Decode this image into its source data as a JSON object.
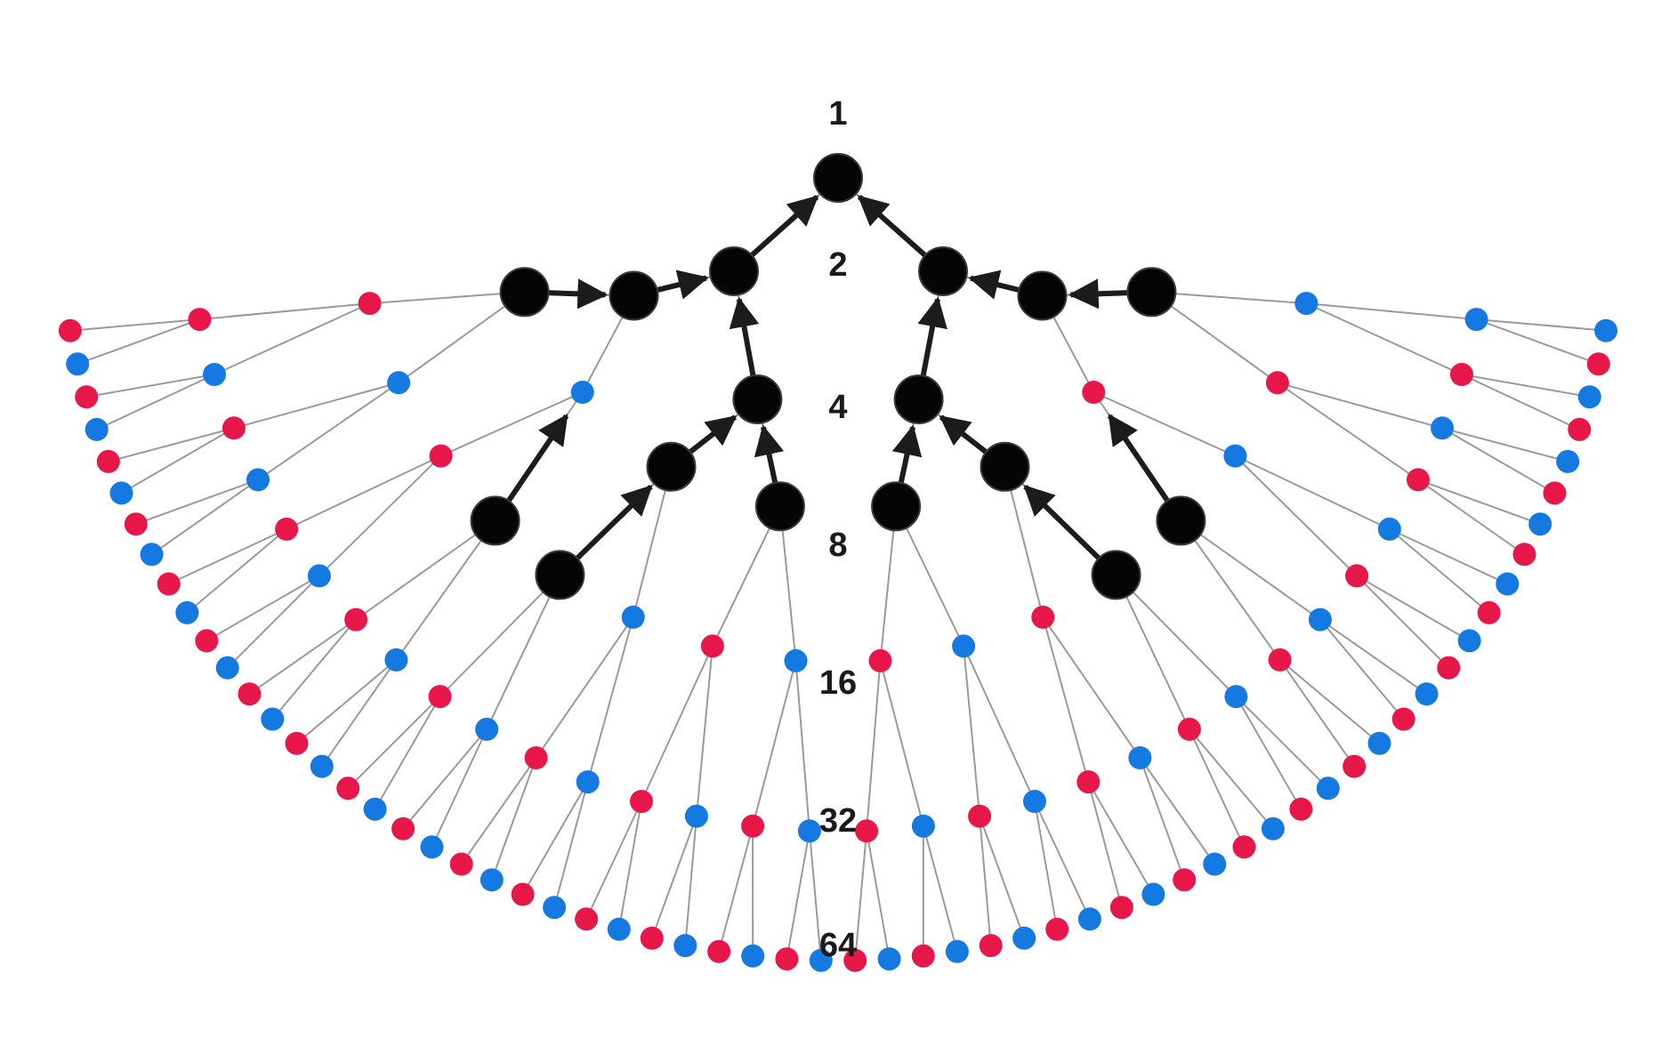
{
  "colors": {
    "red": "#e8174a",
    "blue": "#1479e0",
    "edge": "#9a9a9a",
    "big_node": "#050505",
    "arrow": "#1c1c1c",
    "label": "#1a1a1a"
  },
  "level_labels": [
    "1",
    "2",
    "4",
    "8",
    "16",
    "32",
    "64"
  ],
  "tree": {
    "root": "1",
    "levels": 7,
    "leaf_count": 64,
    "node_color_pattern": "alternating red and blue outer nodes",
    "highlighted_nodes_count": 17
  }
}
